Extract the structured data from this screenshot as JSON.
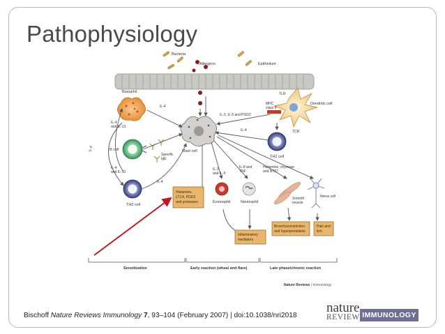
{
  "slide": {
    "title": "Pathophysiology",
    "citation": {
      "author": "Bischoff ",
      "journal": "Nature Reviews Immunology",
      "volume": "7",
      "rest": ", 93–104 (February 2007) | doi:10.1038/nri2018"
    },
    "logo": {
      "nature": "nature",
      "reviews": "REVIEWS",
      "immunology": "IMMUNOLOGY"
    }
  },
  "diagram": {
    "labels": {
      "bacteria": "Bacteria",
      "allergens": "Allergens",
      "epithelium": "Epithelium",
      "basophil": "Basophil",
      "il4_a": "IL-4",
      "il4_il13_a": "IL-4\nand IL-13",
      "il4_left": "IL-4",
      "b_cell": "B cell",
      "specific_ige": "Specific\nIgE",
      "mast_cell": "Mast cell",
      "il4_il13_b": "IL-4\nand IL-13",
      "il4_b": "IL-4",
      "th2_cell_left": "TH2 cell",
      "il3_il5_pgd2": "IL-3, IL-5 and PGD2",
      "il4_c": "IL-4",
      "tlr": "TLR",
      "dendritic_cell": "Dendritic cell",
      "mhc_class_ii": "MHC\nclass II",
      "tcr": "TCR",
      "th2_cell_right": "TH2 cell",
      "il3_il5": "IL-3\nand IL-5",
      "il8_tnf": "IL-8 and\nTNF",
      "histamine_chymase": "Histamine, chymase\nand NT5?",
      "eosinophil": "Eosinophil",
      "neutrophil": "Neutrophil",
      "smooth_muscle": "Smooth\nmuscle",
      "nerve_cell": "Nerve cell",
      "mediators_box": "Histamine,\nLTC4, PGD2\nand proteases",
      "broncho_box": "Bronchoconstriction\nand hyperperistalsis",
      "pain_box": "Pain and\nitch",
      "inflammatory_box": "Inflammatory\nmediators",
      "sensitization": "Sensitization",
      "early_reaction": "Early reaction (wheal and flare)",
      "late_phase": "Late phase/chronic reaction",
      "credit_bold": "Nature Reviews",
      "credit_rest": " | Immunology"
    },
    "colors": {
      "arrow": "#c0161d",
      "box_fill": "#e9b66b",
      "epithelium": "#bdbdb8",
      "basophil": "#e8923a",
      "b_cell": "#2f9a58",
      "th2_cell": "#36407f",
      "eosinophil": "#c83a2a"
    }
  }
}
